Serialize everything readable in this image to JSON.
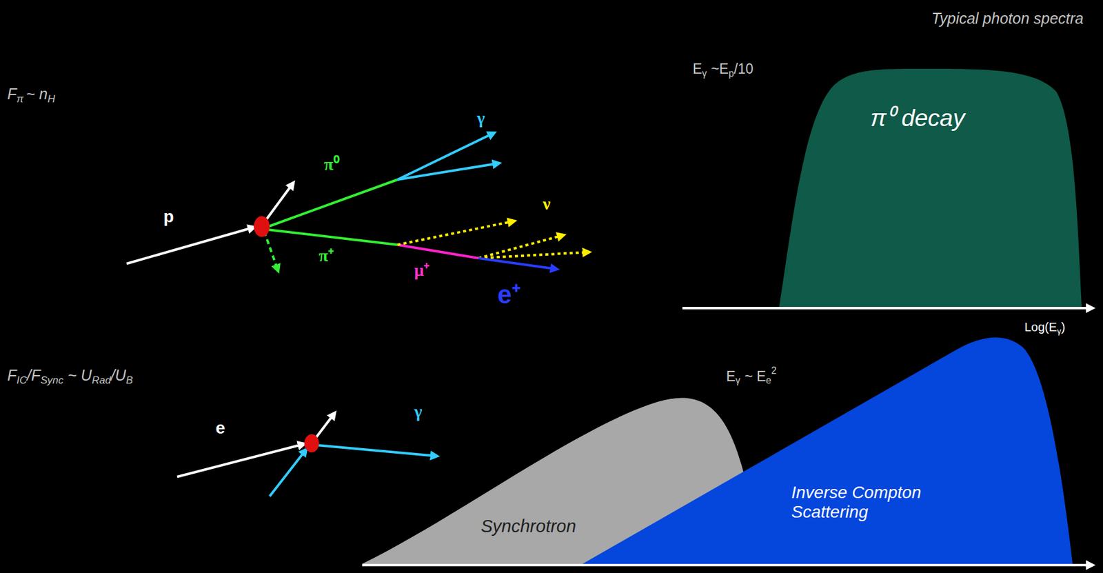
{
  "diagram": {
    "nodes": [
      {
        "text": [
          "π⁰ decay"
        ]
      },
      {
        "text": [
          "Synchrotron"
        ]
      },
      {
        "text": [
          "Inverse Compton Scattering"
        ]
      }
    ],
    "labels": [
      "Typical photon spectra",
      "F",
      "π",
      "~ n",
      "H",
      "p",
      "π⁰",
      "γ",
      "ν",
      "π⁺",
      "μ⁺",
      "e⁺",
      "E",
      "γ",
      "~E",
      "p",
      "/10",
      "Log(E",
      "γ",
      ")",
      "F",
      "IC",
      "/F",
      "Sync",
      "~ U",
      "Rad",
      "/U",
      "B",
      "e",
      "γ",
      "E",
      "γ",
      "~ E",
      "e",
      "2"
    ]
  }
}
